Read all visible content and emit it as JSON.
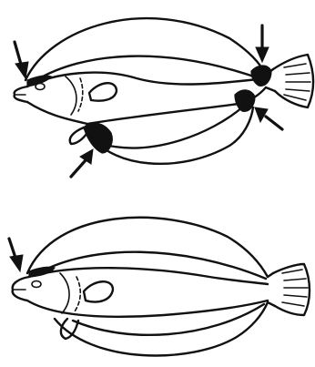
{
  "figure": {
    "panels": [
      {
        "id": "top",
        "highlighted_regions": 4
      },
      {
        "id": "bottom",
        "highlighted_regions": 1
      }
    ],
    "colors": {
      "ink": "#111111",
      "background": "#ffffff"
    }
  }
}
